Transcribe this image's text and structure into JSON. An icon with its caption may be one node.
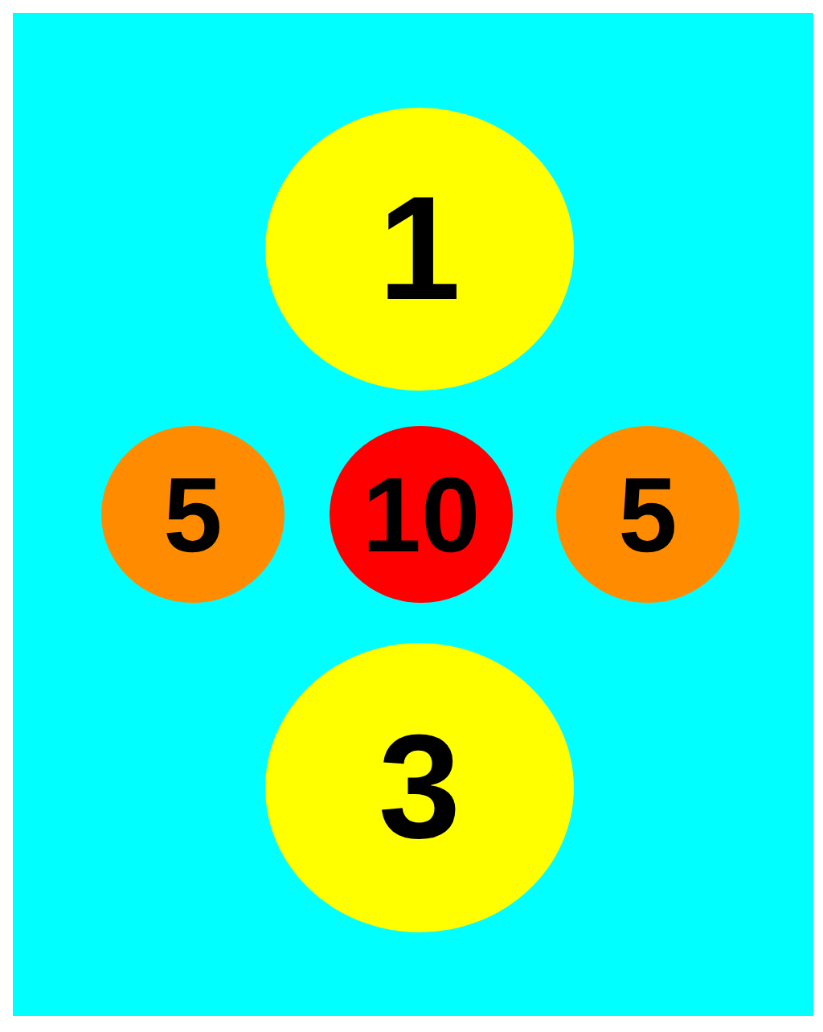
{
  "diagram": {
    "nodes": [
      {
        "text": [
          "1"
        ]
      },
      {
        "text": [
          "5"
        ]
      },
      {
        "text": [
          "10"
        ]
      },
      {
        "text": [
          "5"
        ]
      },
      {
        "text": [
          "3"
        ]
      }
    ]
  }
}
